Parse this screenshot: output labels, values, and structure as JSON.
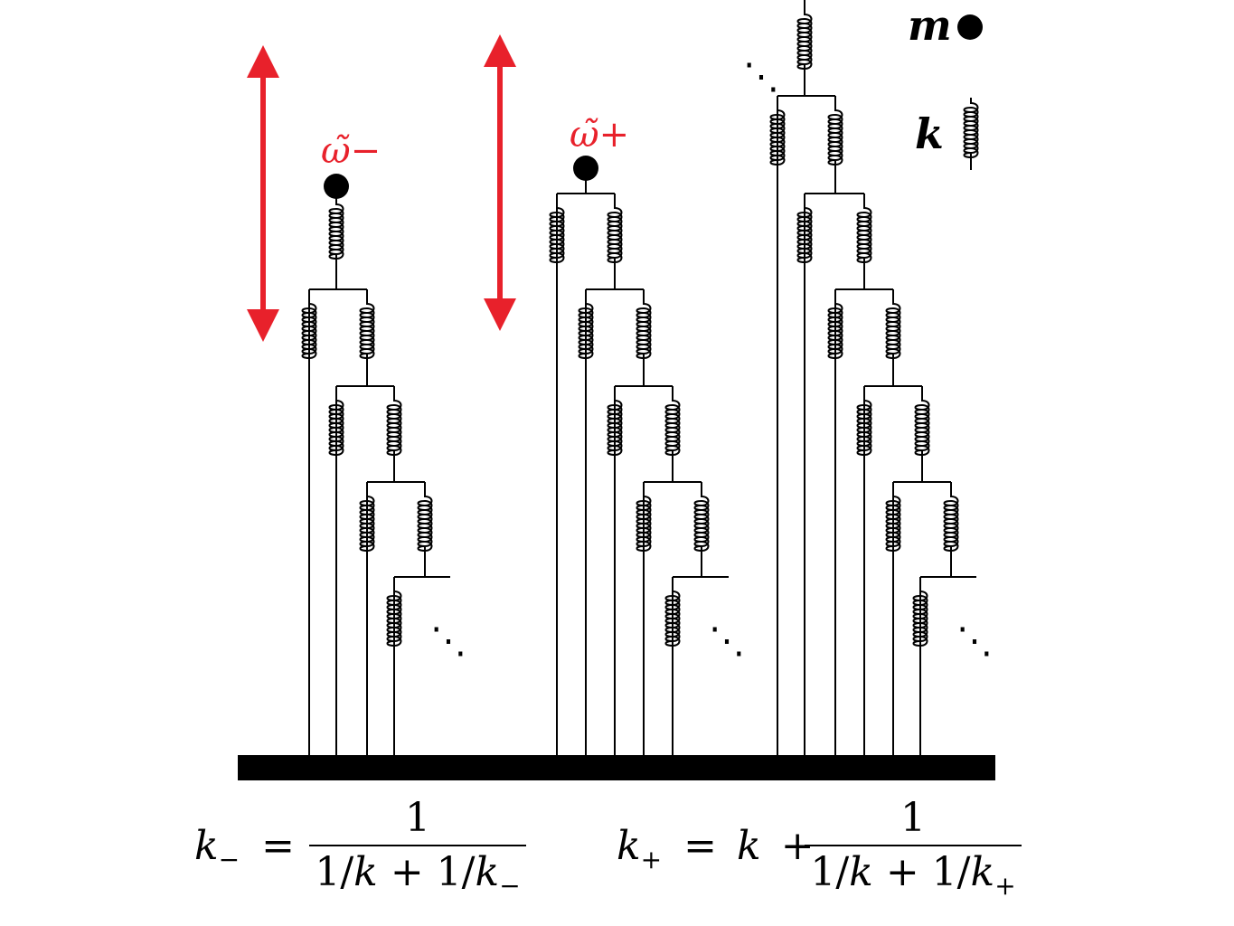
{
  "labels": {
    "omega_minus": "ω̃−",
    "omega_plus": "ω̃+",
    "mass_symbol": "m",
    "spring_symbol": "k",
    "ellipsis": "⋱"
  },
  "equations": {
    "left": {
      "lhs_var": "k",
      "lhs_sub": "−",
      "equals": "=",
      "numerator": "1",
      "den_a": "1/",
      "den_b": "k",
      "den_c": " + 1/",
      "den_d": "k",
      "den_sub": "−"
    },
    "right": {
      "lhs_var": "k",
      "lhs_sub": "+",
      "equals": "=",
      "plus_term": "k",
      "plus": "+",
      "numerator": "1",
      "den_a": "1/",
      "den_b": "k",
      "den_c": " + 1/",
      "den_d": "k",
      "den_sub": "+"
    }
  },
  "colors": {
    "accent_red": "#e8212b",
    "ink": "#000000"
  },
  "icons": [
    "double-arrow-icon",
    "mass-icon",
    "spring-icon"
  ]
}
